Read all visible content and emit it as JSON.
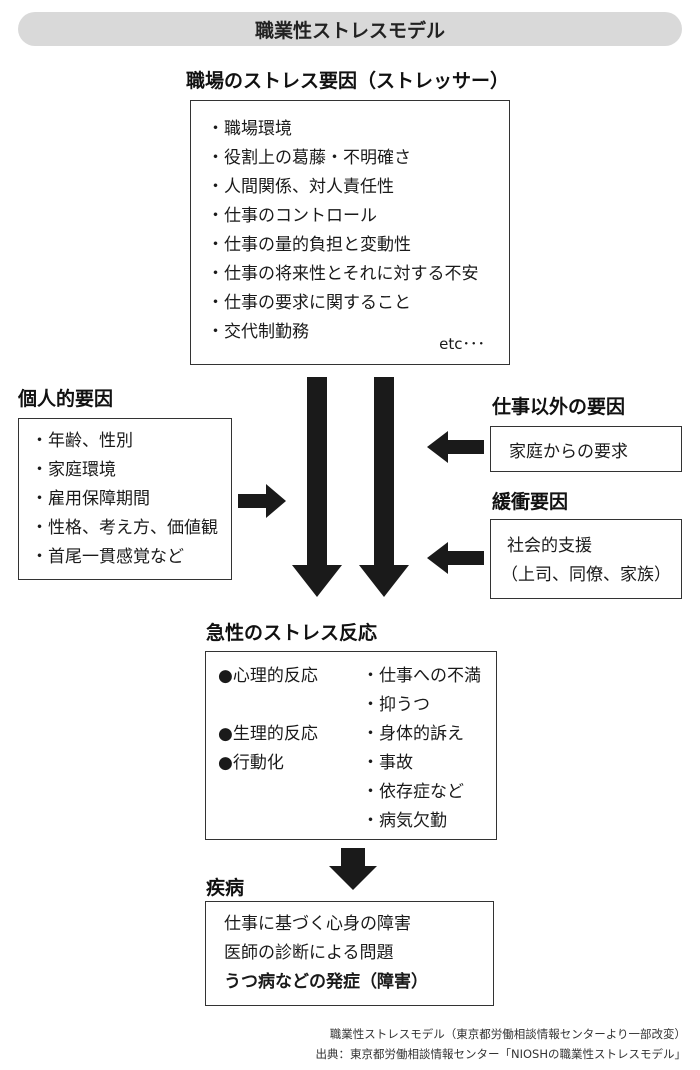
{
  "title": "職業性ストレスモデル",
  "stressors": {
    "heading": "職場のストレス要因（ストレッサー）",
    "items": [
      "・職場環境",
      "・役割上の葛藤・不明確さ",
      "・人間関係、対人責任性",
      "・仕事のコントロール",
      "・仕事の量的負担と変動性",
      "・仕事の将来性とそれに対する不安",
      "・仕事の要求に関すること",
      "・交代制勤務"
    ],
    "etc": "etc･･･"
  },
  "personal": {
    "heading": "個人的要因",
    "items": [
      "・年齢、性別",
      "・家庭環境",
      "・雇用保障期間",
      "・性格、考え方、価値観",
      "・首尾一貫感覚など"
    ]
  },
  "nonwork": {
    "heading": "仕事以外の要因",
    "text": "家庭からの要求"
  },
  "buffer": {
    "heading": "緩衝要因",
    "line1": "社会的支援",
    "line2": "（上司、同僚、家族）"
  },
  "acute": {
    "heading": "急性のストレス反応",
    "categories": [
      "●心理的反応",
      "●生理的反応",
      "●行動化"
    ],
    "reactions": [
      "・仕事への不満",
      "・抑うつ",
      "・身体的訴え",
      "・事故",
      "・依存症など",
      "・病気欠勤"
    ]
  },
  "disease": {
    "heading": "疾病",
    "line1": "仕事に基づく心身の障害",
    "line2": "医師の診断による問題",
    "line3": "うつ病などの発症（障害）"
  },
  "source": {
    "line1": "職業性ストレスモデル（東京都労働相談情報センターより一部改変）",
    "line2": "出典：東京都労働相談情報センター「NIOSHの職業性ストレスモデル」"
  }
}
